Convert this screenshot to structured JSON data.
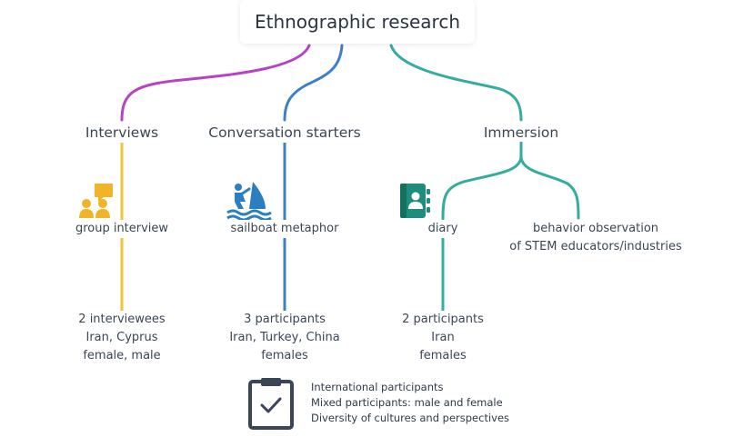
{
  "root": {
    "title": "Ethnographic research"
  },
  "branches": [
    {
      "label": "Interviews",
      "color": "#b543c4",
      "leaf": {
        "label": "group interview",
        "icon": "group-chat-icon",
        "icon_color": "#f0b429"
      },
      "details": [
        "2 interviewees",
        "Iran, Cyprus",
        "female, male"
      ]
    },
    {
      "label": "Conversation starters",
      "color": "#3d80c8",
      "leaf": {
        "label": "sailboat metaphor",
        "icon": "sailboat-icon",
        "icon_color": "#2b7fc1"
      },
      "details": [
        "3 participants",
        "Iran, Turkey, China",
        "females"
      ]
    },
    {
      "label": "Immersion",
      "color": "#35aca0",
      "leaves": [
        {
          "label": "diary",
          "icon": "contact-book-icon",
          "icon_color": "#1f8d7e"
        },
        {
          "label_lines": [
            "behavior observation",
            "of STEM educators/industries"
          ]
        }
      ],
      "details": [
        "2 participants",
        "Iran",
        "females"
      ]
    }
  ],
  "notes": {
    "icon": "clipboard-check-icon",
    "icon_color": "#3a4656",
    "lines": [
      "International participants",
      "Mixed participants: male and female",
      "Diversity of cultures and perspectives"
    ]
  }
}
